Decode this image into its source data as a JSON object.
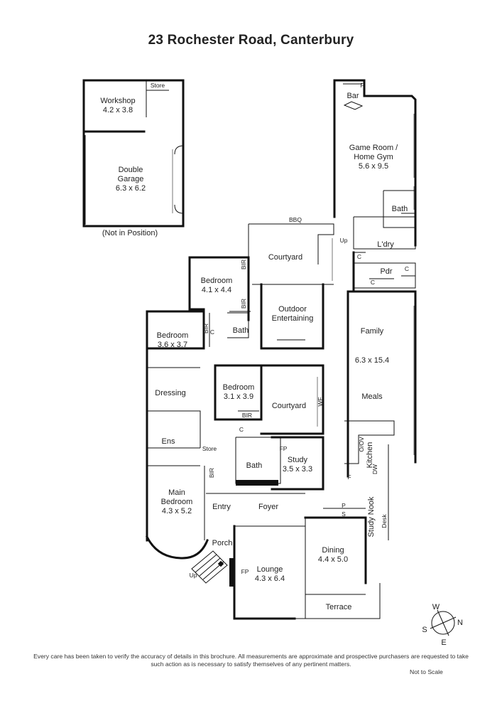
{
  "title": "23 Rochester Road, Canterbury",
  "rooms": {
    "workshop": {
      "name": "Workshop",
      "size": "4.2 x 3.8"
    },
    "store_garage": {
      "name": "Store"
    },
    "garage": {
      "name1": "Double",
      "name2": "Garage",
      "size": "6.3 x 6.2"
    },
    "not_in_position": "(Not in Position)",
    "bar": {
      "name": "Bar"
    },
    "game_room": {
      "name1": "Game Room /",
      "name2": "Home Gym",
      "size": "5.6 x 9.5"
    },
    "bath_top": {
      "name": "Bath"
    },
    "ldry": {
      "name": "L'dry"
    },
    "bbq": {
      "name": "BBQ"
    },
    "courtyard_top": {
      "name": "Courtyard"
    },
    "up_top": "Up",
    "pdr": {
      "name": "Pdr"
    },
    "bedroom_a": {
      "name": "Bedroom",
      "size": "4.1 x 4.4"
    },
    "outdoor": {
      "name1": "Outdoor",
      "name2": "Entertaining"
    },
    "bath_mid": {
      "name": "Bath"
    },
    "bedroom_b": {
      "name": "Bedroom",
      "size": "3.6 x 3.7"
    },
    "family": {
      "name": "Family",
      "size": "6.3 x 15.4",
      "meals": "Meals"
    },
    "bedroom_c": {
      "name": "Bedroom",
      "size": "3.1 x 3.9"
    },
    "courtyard_mid": {
      "name": "Courtyard"
    },
    "dressing": {
      "name": "Dressing"
    },
    "ens": {
      "name": "Ens"
    },
    "store_mid": {
      "name": "Store"
    },
    "bath_low": {
      "name": "Bath"
    },
    "study": {
      "name": "Study",
      "size": "3.5 x 3.3"
    },
    "kitchen": {
      "name": "Kitchen"
    },
    "main_bedroom": {
      "name1": "Main",
      "name2": "Bedroom",
      "size": "4.3 x 5.2"
    },
    "entry": {
      "name": "Entry"
    },
    "foyer": {
      "name": "Foyer"
    },
    "study_nook": {
      "name": "Study Nook"
    },
    "desk": "Desk",
    "porch": {
      "name": "Porch"
    },
    "up_porch": "Up",
    "dining": {
      "name": "Dining",
      "size": "4.4 x 5.0"
    },
    "lounge": {
      "name": "Lounge",
      "size": "4.3 x 6.4"
    },
    "terrace": {
      "name": "Terrace"
    }
  },
  "small_labels": {
    "bir": "BIR",
    "c": "C",
    "f": "F",
    "wf": "WF",
    "fp": "FP",
    "dw": "DW",
    "o_ov": "O/OV",
    "p": "P",
    "s": "S"
  },
  "compass": {
    "n": "N",
    "s": "S",
    "e": "E",
    "w": "W"
  },
  "disclaimer": "Every care has been taken to verify the accuracy of details in this brochure. All measurements are approximate and prospective purchasers are requested to take such action as is necessary to satisfy themselves of any pertinent matters.",
  "not_to_scale": "Not to Scale"
}
